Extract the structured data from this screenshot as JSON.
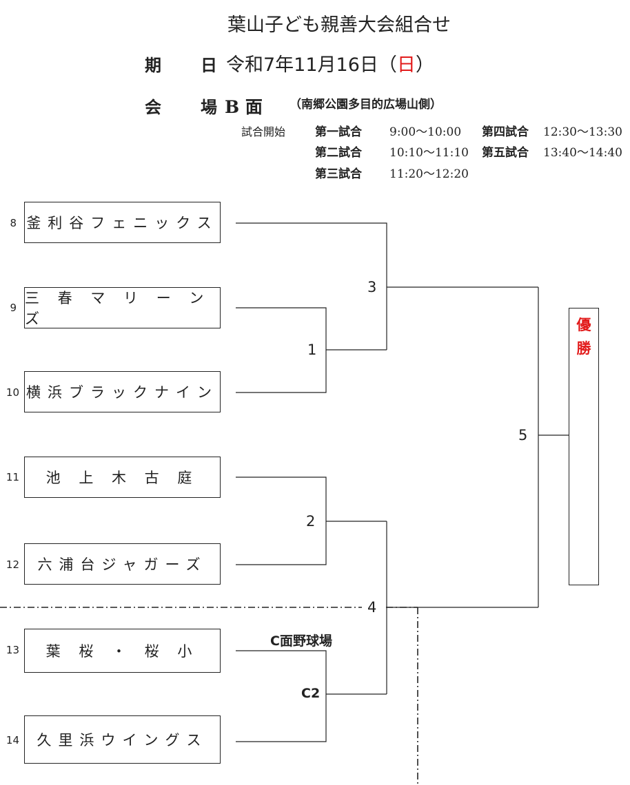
{
  "title": "葉山子ども親善大会組合せ",
  "date": {
    "label_a": "期",
    "label_b": "日",
    "value": "令和7年11月16日（",
    "weekday": "日",
    "close": "）"
  },
  "venue": {
    "label_a": "会",
    "label_b": "場",
    "court": "B 面",
    "note": "（南郷公園多目的広場山側）"
  },
  "schedule": {
    "heading": "試合開始",
    "games": [
      {
        "name": "第一試合",
        "time": "9:00～10:00"
      },
      {
        "name": "第二試合",
        "time": "10:10～11:10"
      },
      {
        "name": "第三試合",
        "time": "11:20～12:20"
      },
      {
        "name": "第四試合",
        "time": "12:30～13:30"
      },
      {
        "name": "第五試合",
        "time": "13:40～14:40"
      }
    ]
  },
  "teams": [
    {
      "seed": "8",
      "name": "釜利谷フェニックス"
    },
    {
      "seed": "9",
      "name": "三 春 マ リ ー ン ズ"
    },
    {
      "seed": "10",
      "name": "横浜ブラックナイン"
    },
    {
      "seed": "11",
      "name": "池 上 木 古 庭"
    },
    {
      "seed": "12",
      "name": "六浦台ジャガーズ"
    },
    {
      "seed": "13",
      "name": "葉 桜 ・ 桜 小"
    },
    {
      "seed": "14",
      "name": "久里浜ウイングス"
    }
  ],
  "matches": {
    "m1": "1",
    "m2": "2",
    "m3": "3",
    "m4": "4",
    "m5": "5",
    "c2": "C2",
    "c_field": "C面野球場"
  },
  "winner": [
    "優",
    "勝"
  ],
  "colors": {
    "accent_red": "#e21b1b",
    "line": "#222222"
  }
}
